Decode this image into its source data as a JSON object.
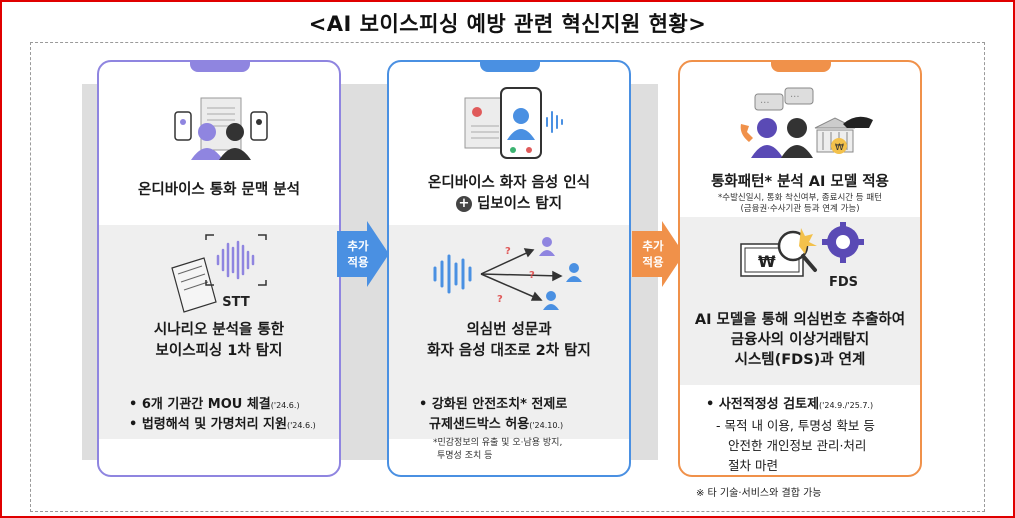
{
  "title": "<AI 보이스피싱 예방 관련 혁신지원 현황>",
  "colors": {
    "purple": "#8f85e0",
    "blue": "#4a90e2",
    "orange": "#f0914a",
    "red_frame": "#e00000"
  },
  "col1": {
    "icon_top": "two-people-smartphones-icon",
    "heading": "온디바이스 통화 문맥 분석",
    "icon_mid": "stt-document-waveform-icon",
    "stt_label": "STT",
    "mid_line1": "시나리오 분석을 통한",
    "mid_line2": "보이스피싱 1차 탐지",
    "bullet1_text": "• 6개 기관간 MOU 체결",
    "bullet1_date": "('24.6.)",
    "bullet2_text": "• 법령해석 및 가명처리 지원",
    "bullet2_date": "('24.6.)"
  },
  "arrow1": {
    "line1": "추가",
    "line2": "적용"
  },
  "col2": {
    "icon_top": "smartphone-call-document-icon",
    "heading_line1": "온디바이스 화자 음성 인식",
    "heading_line2": "딥보이스 탐지",
    "plus_symbol": "+",
    "icon_mid": "voice-speaker-comparison-icon",
    "mid_line1": "의심번 성문과",
    "mid_line2": "화자 음성 대조로 2차 탐지",
    "bullet1_line1": "• 강화된 안전조치* 전제로",
    "bullet1_line2": "규제샌드박스 허용",
    "bullet1_date": "('24.10.)",
    "note_line1": "*민감정보의 유출 및 오·남용 방지,",
    "note_line2": "투명성 조치 등"
  },
  "arrow2": {
    "line1": "추가",
    "line2": "적용"
  },
  "col3": {
    "icon_top": "call-people-bank-police-icon",
    "heading": "통화패턴* 분석 AI 모델 적용",
    "heading_note1": "*수발신일시, 통화 착신여부, 종료시간 등 패턴",
    "heading_note2": "(금융권·수사기관 등과 연계 가능)",
    "icon_mid": "fds-money-gear-icon",
    "fds_label": "FDS",
    "mid_line1": "AI 모델을 통해 의심번호 추출하여",
    "mid_line2": "금융사의 이상거래탐지",
    "mid_line3": "시스템(FDS)과 연계",
    "bullet1_text": "• 사전적정성 검토제",
    "bullet1_date": "('24.9./'25.7.)",
    "sub1": "- 목적 내 이용, 투명성 확보 등",
    "sub2": "안전한 개인정보 관리·처리",
    "sub3": "절차 마련"
  },
  "footnote": "※ 타 기술·서비스와 결합 가능"
}
